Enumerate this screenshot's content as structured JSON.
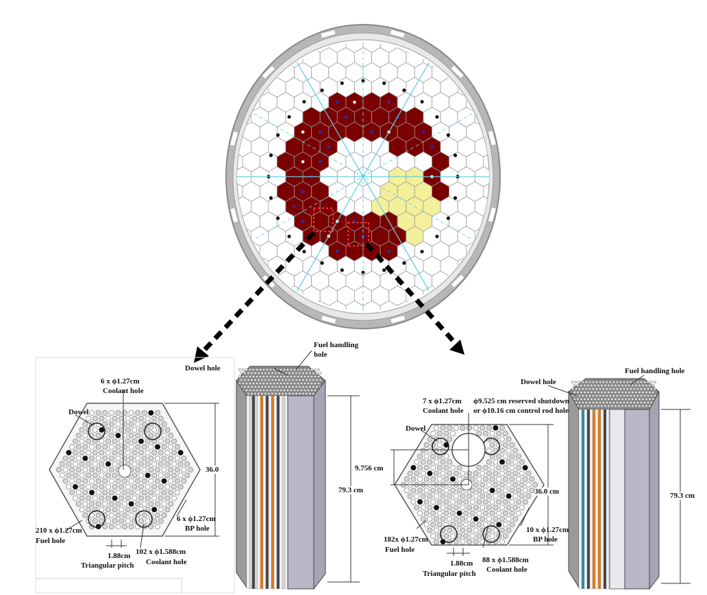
{
  "left_panel": {
    "coolant_hole_count": "6 x ϕ1.27cm",
    "coolant_hole_name": "Coolant hole",
    "dowel": "Dowel",
    "height_dim": "36.0",
    "bp_hole_count": "6 x ϕ1.27cm",
    "bp_hole_name": "BP hole",
    "fuel_hole_count": "210 x ϕ1.27cm",
    "fuel_hole_name": "Fuel hole",
    "pitch_value": "1.88cm",
    "pitch_name": "Triangular pitch",
    "coolant2_count": "102 x ϕ1.588cm",
    "coolant2_name": "Coolant hole",
    "block_dowel_hole": "Dowel hole",
    "block_fuel_handling_1": "Fuel handling",
    "block_fuel_handling_2": "hole",
    "block_height": "79.3 cm"
  },
  "right_panel": {
    "coolant_hole_count": "7 x ϕ1.27cm",
    "coolant_hole_name": "Coolant hole",
    "reserved_line1": "ϕ9.525 cm reserved shutdown",
    "reserved_line2": "or ϕ10.16 cm control rod hole",
    "dowel": "Dowel",
    "offset_dim": "9.756 cm",
    "height_dim": "36.0 cm",
    "bp_hole_count": "10 x ϕ1.27cm",
    "bp_hole_name": "BP hole",
    "fuel_hole_count": "182x ϕ1.27cm",
    "fuel_hole_name": "Fuel hole",
    "pitch_value": "1.88cm",
    "pitch_name": "Triangular pitch",
    "coolant2_count": "88 x ϕ1.588cm",
    "coolant2_name": "Coolant hole",
    "block_dowel_hole": "Dowel hole",
    "block_fuel_handling": "Fuel handling hole",
    "block_height": "79.3 cm"
  },
  "colors": {
    "fuel_zone": "#7a0000",
    "highlight_zone": "#f4f09a",
    "graphite": "#ffffff",
    "grid_line": "#9a9a9a",
    "symmetry_line": "#5fd0e0",
    "vessel": "#b0b0b0",
    "orange_channel": "#e07a1a",
    "teal_channel": "#2f8aa0"
  }
}
